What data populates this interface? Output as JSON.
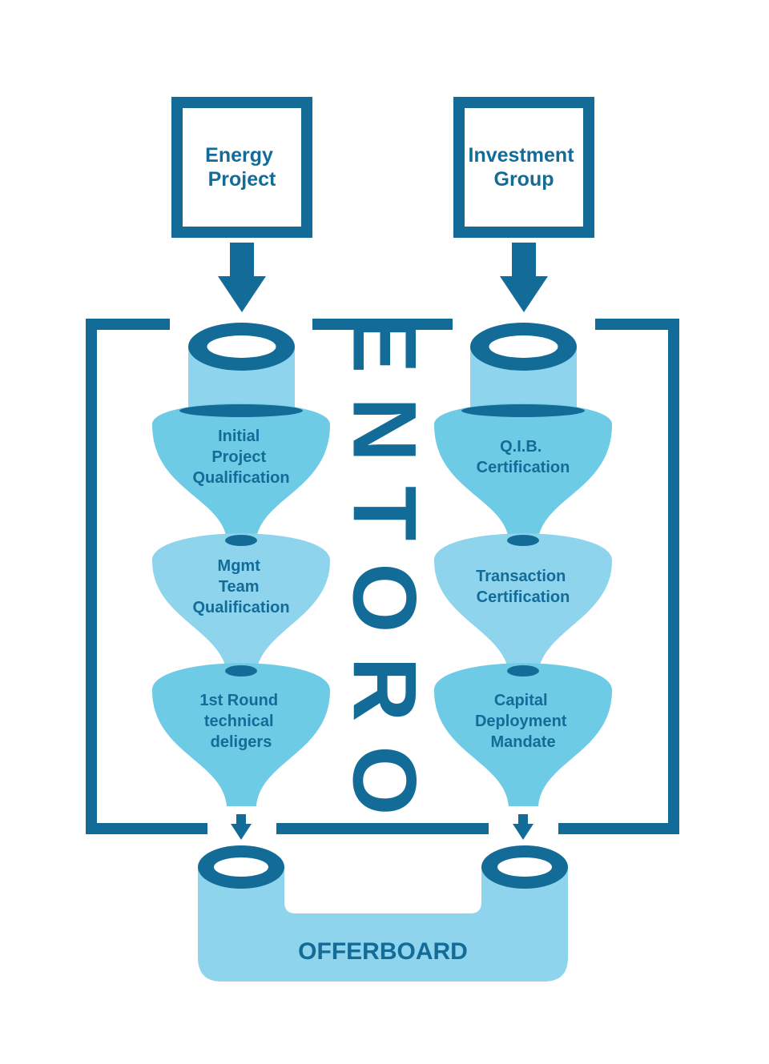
{
  "colors": {
    "dark_blue": "#136b98",
    "light_blue": "#8dd4ec",
    "mid_blue": "#6ecbe5"
  },
  "boxes": {
    "left": {
      "lines": [
        "Energy",
        "Project"
      ]
    },
    "right": {
      "lines": [
        "Investment",
        "Group"
      ]
    }
  },
  "brand": {
    "text": "ENTORO"
  },
  "left_stages": [
    {
      "lines": [
        "Initial",
        "Project",
        "Qualification"
      ]
    },
    {
      "lines": [
        "Mgmt",
        "Team",
        "Qualification"
      ]
    },
    {
      "lines": [
        "1st Round",
        "technical",
        "deligers"
      ]
    }
  ],
  "right_stages": [
    {
      "lines": [
        "Q.I.B.",
        "Certification"
      ]
    },
    {
      "lines": [
        "Transaction",
        "Certification"
      ]
    },
    {
      "lines": [
        "Capital",
        "Deployment",
        "Mandate"
      ]
    }
  ],
  "output": {
    "label": "OFFERBOARD"
  }
}
